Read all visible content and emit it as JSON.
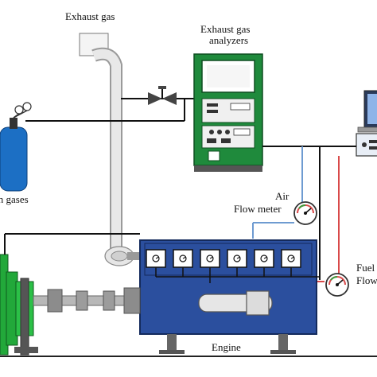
{
  "labels": {
    "exhaust_gas": "Exhaust gas",
    "analyzers_line1": "Exhaust gas",
    "analyzers_line2": "analyzers",
    "clean_gases": "an gases",
    "air_line1": "Air",
    "air_line2": "Flow meter",
    "fuel_line1": "Fuel",
    "fuel_line2": "Flow",
    "engine": "Engine"
  },
  "colors": {
    "analyzer_green": "#1f8a3c",
    "engine_blue": "#2b4f9e",
    "cylinder_blue": "#1c6fc4",
    "dyno_green": "#22a83a",
    "pipe_gray": "#cfcfcf",
    "air_line": "#6e9bd1",
    "fuel_line": "#d94a4a"
  },
  "icons": [
    "gas-cylinder-icon",
    "valve-icon",
    "flow-meter-gauge-icon",
    "laptop-icon",
    "daq-unit-icon"
  ]
}
